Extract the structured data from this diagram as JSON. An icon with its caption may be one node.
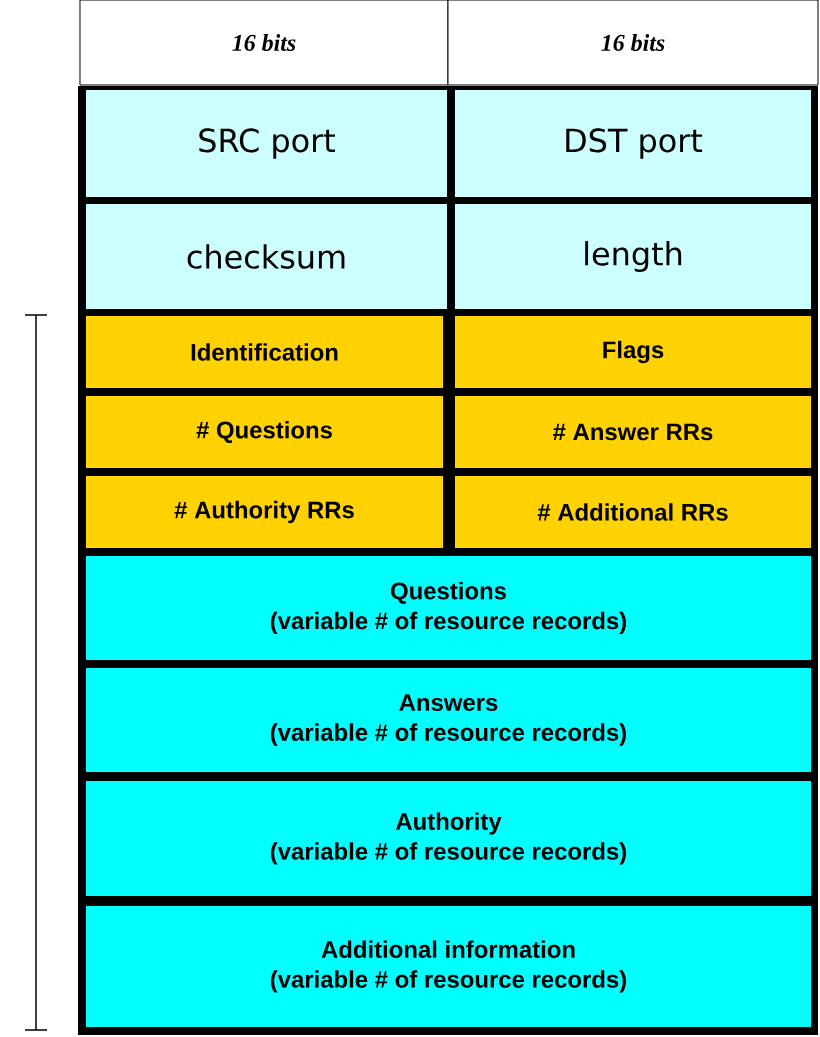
{
  "diagram": {
    "nodes": [
      {
        "text": [
          "16 bits"
        ]
      },
      {
        "text": [
          "16 bits"
        ]
      },
      {
        "text": [
          "SRC port"
        ]
      },
      {
        "text": [
          "DST port"
        ]
      },
      {
        "text": [
          "checksum"
        ]
      },
      {
        "text": [
          "length"
        ]
      },
      {
        "text": [
          "Identification"
        ]
      },
      {
        "text": [
          "Flags"
        ]
      },
      {
        "text": [
          "# Questions"
        ]
      },
      {
        "text": [
          "# Answer RRs"
        ]
      },
      {
        "text": [
          "# Authority RRs"
        ]
      },
      {
        "text": [
          "# Additional RRs"
        ]
      },
      {
        "text": [
          "Questions",
          "(variable # of resource records)"
        ]
      },
      {
        "text": [
          "Answers",
          "(variable # of resource records)"
        ]
      },
      {
        "text": [
          "Authority",
          "(variable # of resource records)"
        ]
      },
      {
        "text": [
          "Additional information",
          "(variable # of resource records)"
        ]
      }
    ]
  }
}
